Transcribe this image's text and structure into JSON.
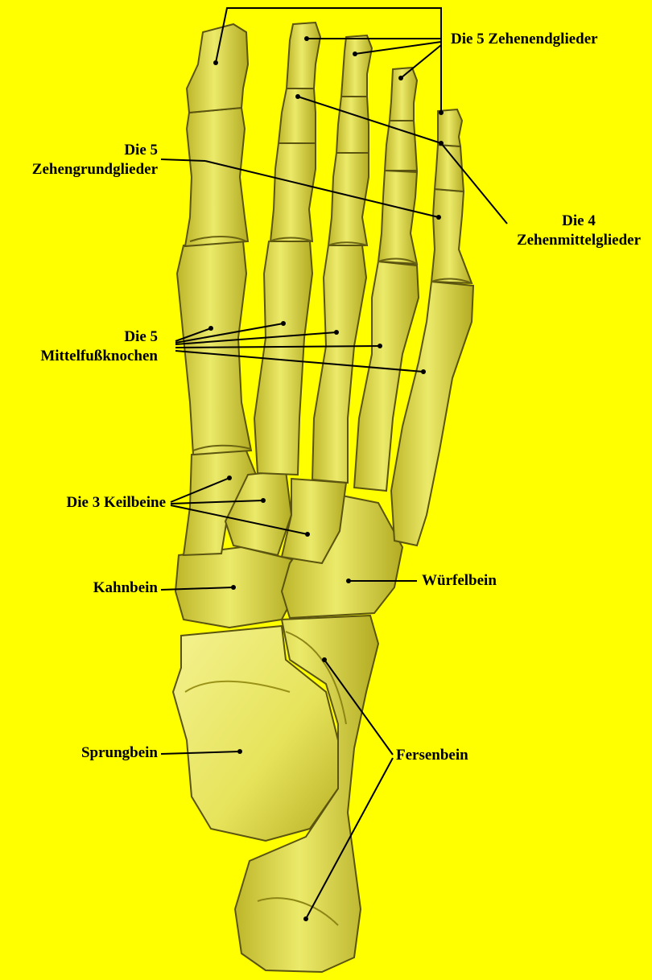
{
  "colors": {
    "background": "#ffff00",
    "bone": "#e5e45a",
    "bone_shadow": "#a8a21c",
    "bone_outline": "#5a5410",
    "leader": "#000000"
  },
  "labels": {
    "toe_end_phalanges": "Die 5 Zehenendglieder",
    "toe_base_phalanges_line1": "Die 5",
    "toe_base_phalanges_line2": "Zehengrundglieder",
    "toe_middle_phalanges_line1": "Die 4",
    "toe_middle_phalanges_line2": "Zehenmittelglieder",
    "metatarsals_line1": "Die 5",
    "metatarsals_line2": "Mittelfußknochen",
    "cuneiforms": "Die 3 Keilbeine",
    "navicular": "Kahnbein",
    "cuboid": "Würfelbein",
    "talus": "Sprungbein",
    "calcaneus": "Fersenbein"
  }
}
